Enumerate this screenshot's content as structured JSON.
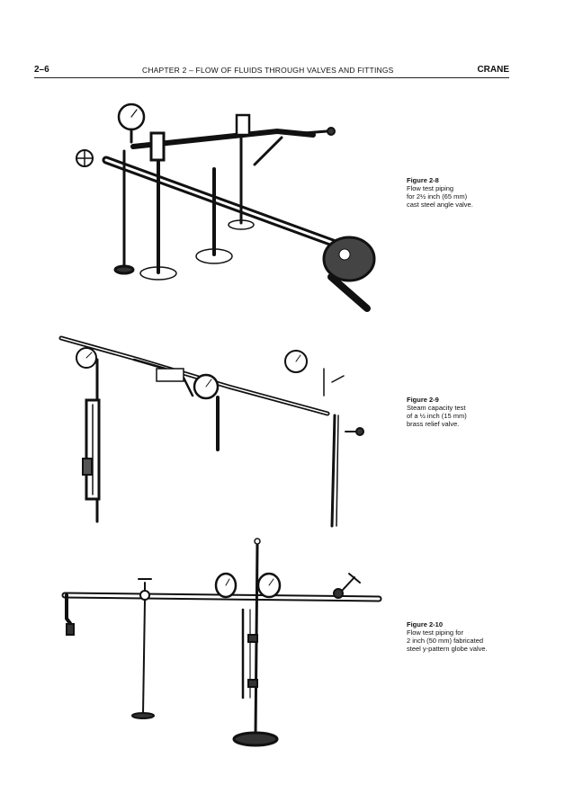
{
  "header": {
    "page_number": "2–6",
    "chapter_title": "CHAPTER 2 – FLOW OF FLUIDS THROUGH VALVES AND FITTINGS",
    "brand": "CRANE"
  },
  "figures": [
    {
      "label": "Figure 2-8",
      "caption": "Flow test piping\nfor 2½ inch (65 mm)\ncast steel angle valve."
    },
    {
      "label": "Figure 2-9",
      "caption": "Steam capacity test\nof a ½ inch (15 mm)\nbrass relief valve."
    },
    {
      "label": "Figure 2-10",
      "caption": "Flow test piping for\n2 inch (50 mm) fabricated\nsteel y-pattern globe valve."
    }
  ],
  "colors": {
    "ink": "#111111",
    "paper": "#ffffff"
  }
}
